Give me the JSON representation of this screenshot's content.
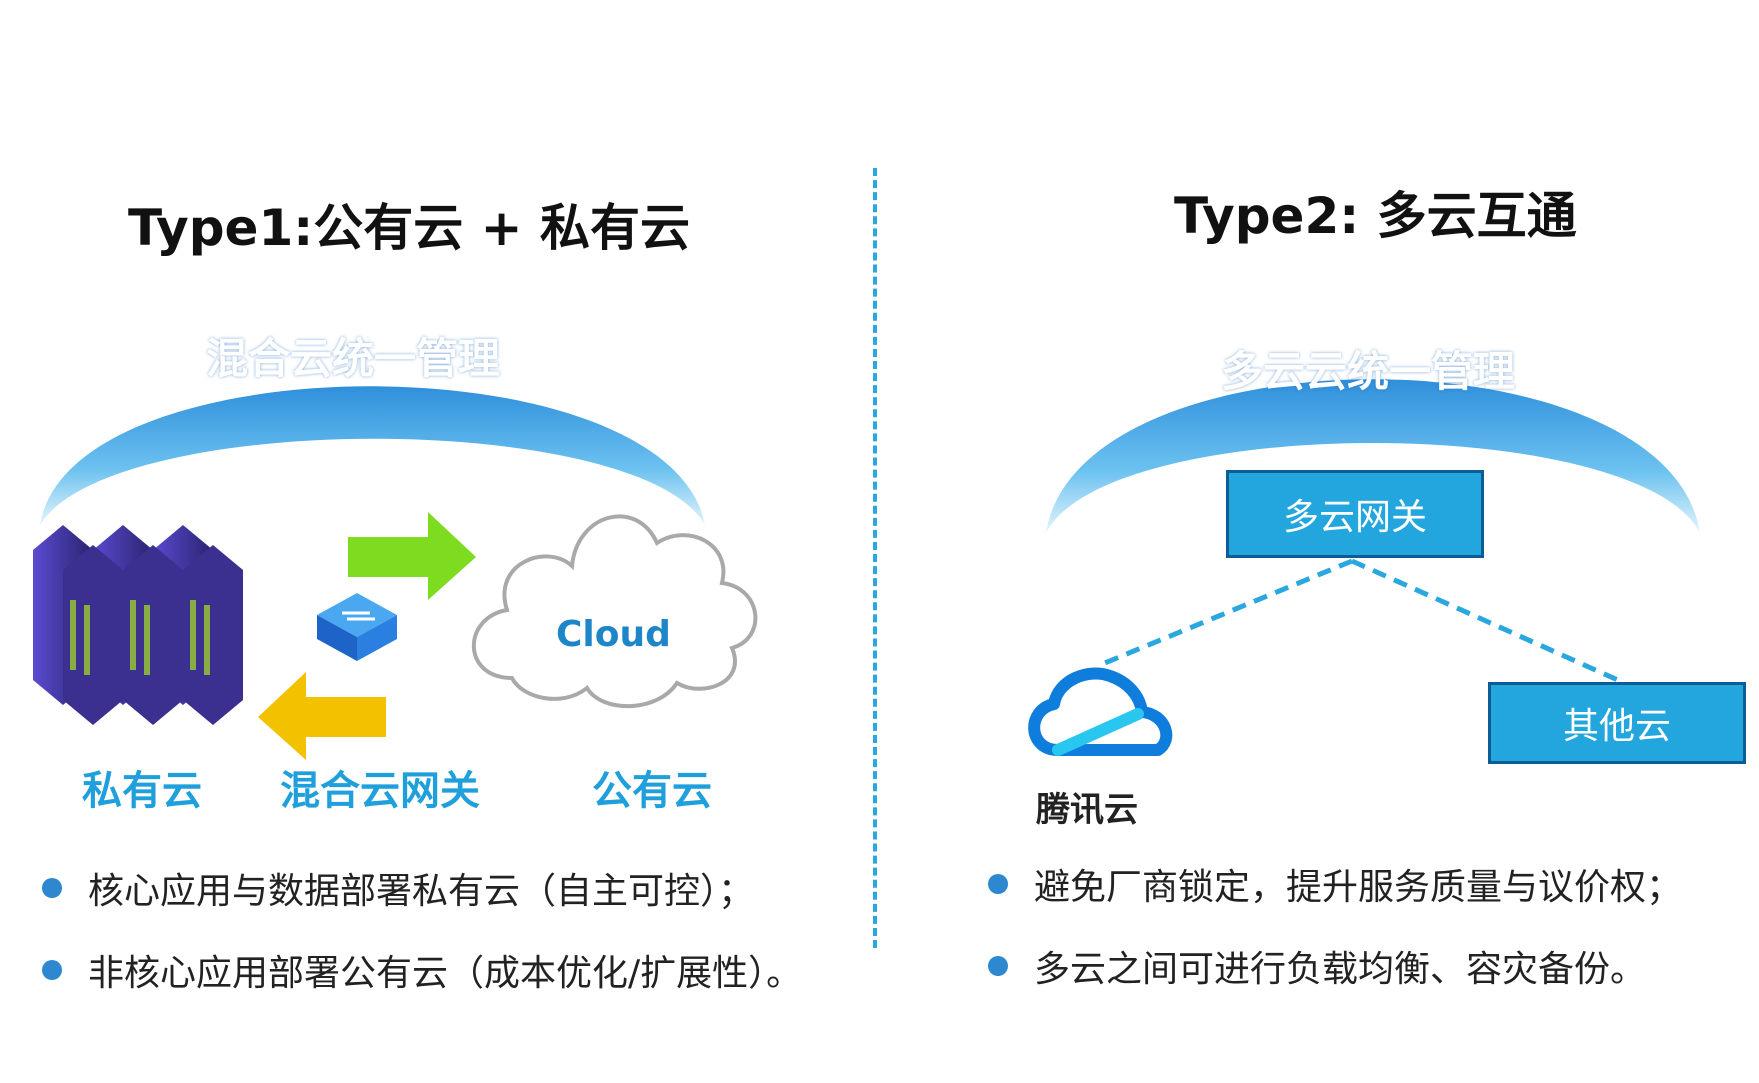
{
  "left": {
    "title": "Type1:公有云 + 私有云",
    "arc_label": "混合云统一管理",
    "cloud_text": "Cloud",
    "labels": [
      "私有云",
      "混合云网关",
      "公有云"
    ],
    "bullets": [
      "核心应用与数据部署私有云（自主可控）；",
      "非核心应用部署公有云（成本优化/扩展性）。"
    ]
  },
  "right": {
    "title": "Type2: 多云互通",
    "arc_label": "多云云统一管理",
    "gateway": "多云网关",
    "other_cloud": "其他云",
    "tencent_logo_text": "腾讯云",
    "bullets": [
      "避免厂商锁定，提升服务质量与议价权；",
      "多云之间可进行负载均衡、容灾备份。"
    ]
  },
  "colors": {
    "accent_blue": "#1f9fdc",
    "gateway_fill": "#23a5de",
    "bullet_dot": "#2e88cf",
    "arrow_green": "#7ddc1f",
    "arrow_yellow": "#f2c200",
    "server_purple": "#3b2f8f",
    "divider": "#2aa7de"
  },
  "icons": [
    "server-rack-icon",
    "switch-icon",
    "arrow-right-icon",
    "arrow-left-icon",
    "cloud-icon",
    "tencent-cloud-logo-icon"
  ]
}
